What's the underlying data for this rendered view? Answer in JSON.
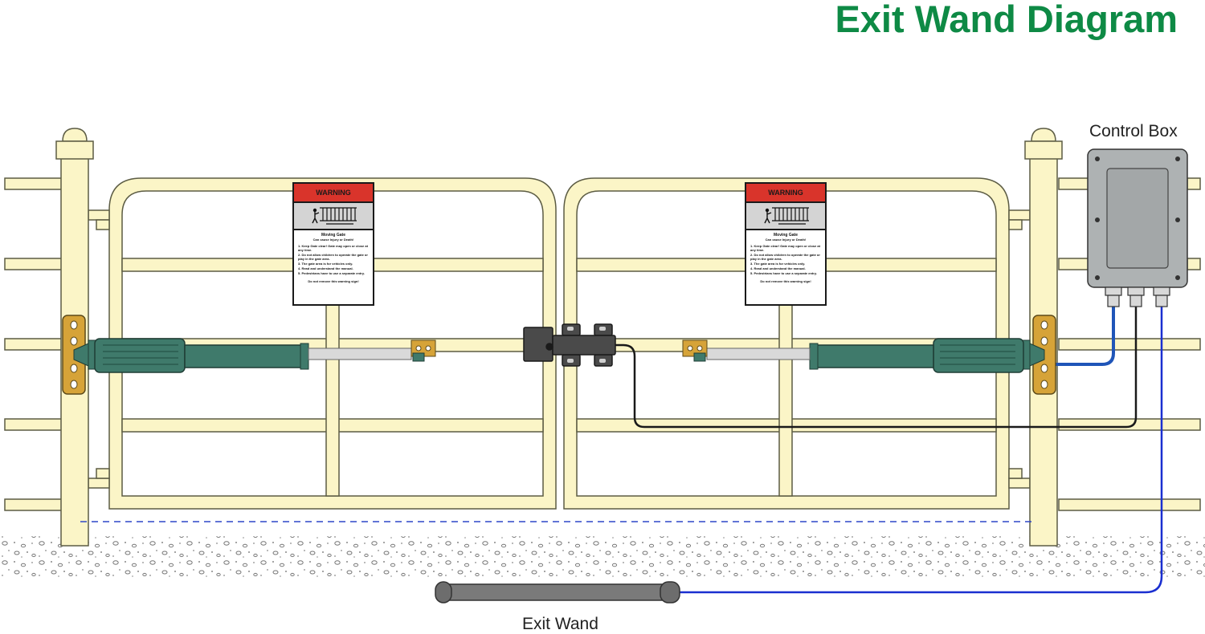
{
  "title": "Exit Wand Diagram",
  "labels": {
    "control_box": "Control Box",
    "exit_wand": "Exit Wand"
  },
  "warning_sign": {
    "header": "WARNING",
    "title": "Moving Gate",
    "subtitle": "Can cause Injury or Death!",
    "items": [
      "1. Keep Gate clear! Gate may open or close at any time.",
      "2. Do not allow children to operate the gate or play in the gate area.",
      "3. The gate area is for vehicles only.",
      "4. Read and understand the manual.",
      "5. Pedestrians have to use a separate entry."
    ],
    "footer": "Do not remove this warning sign!"
  },
  "colors": {
    "title": "#0e8a45",
    "fence": "#fbf5c7",
    "fence_outline": "#5c5c44",
    "opener": "#3f7a6b",
    "bracket": "#d6a338",
    "warning_red": "#d9342b",
    "control_box": "#aeb2b3",
    "wand": "#7a7a7a",
    "wire_blue": "#1f55b8",
    "wire_black": "#1a1a1a",
    "dashed_line": "#2f46c8"
  },
  "icons": [
    "gate-opener-icon",
    "control-box-icon",
    "exit-wand-icon",
    "warning-sign-icon",
    "gate-lock-icon"
  ]
}
